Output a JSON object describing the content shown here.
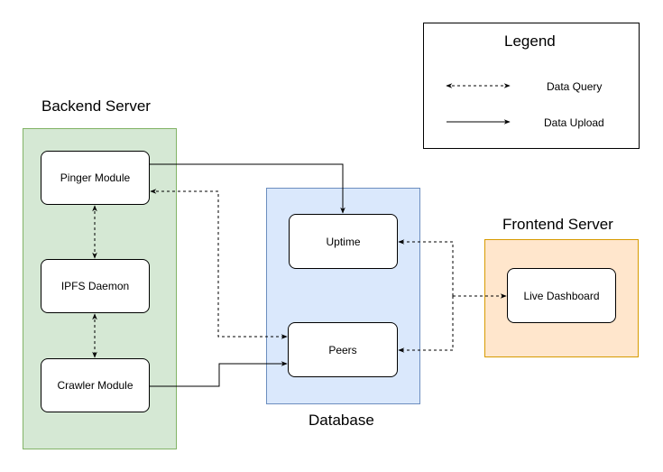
{
  "groups": {
    "backend": {
      "label": "Backend Server",
      "fill": "#d5e8d4",
      "stroke": "#82b366"
    },
    "database": {
      "label": "Database",
      "fill": "#dae8fc",
      "stroke": "#6c8ebf"
    },
    "frontend": {
      "label": "Frontend Server",
      "fill": "#ffe6cc",
      "stroke": "#d79b00"
    }
  },
  "nodes": {
    "pinger": "Pinger Module",
    "ipfs": "IPFS Daemon",
    "crawler": "Crawler Module",
    "uptime": "Uptime",
    "peers": "Peers",
    "dashboard": "Live Dashboard"
  },
  "legend": {
    "title": "Legend",
    "query": "Data Query",
    "upload": "Data Upload"
  }
}
